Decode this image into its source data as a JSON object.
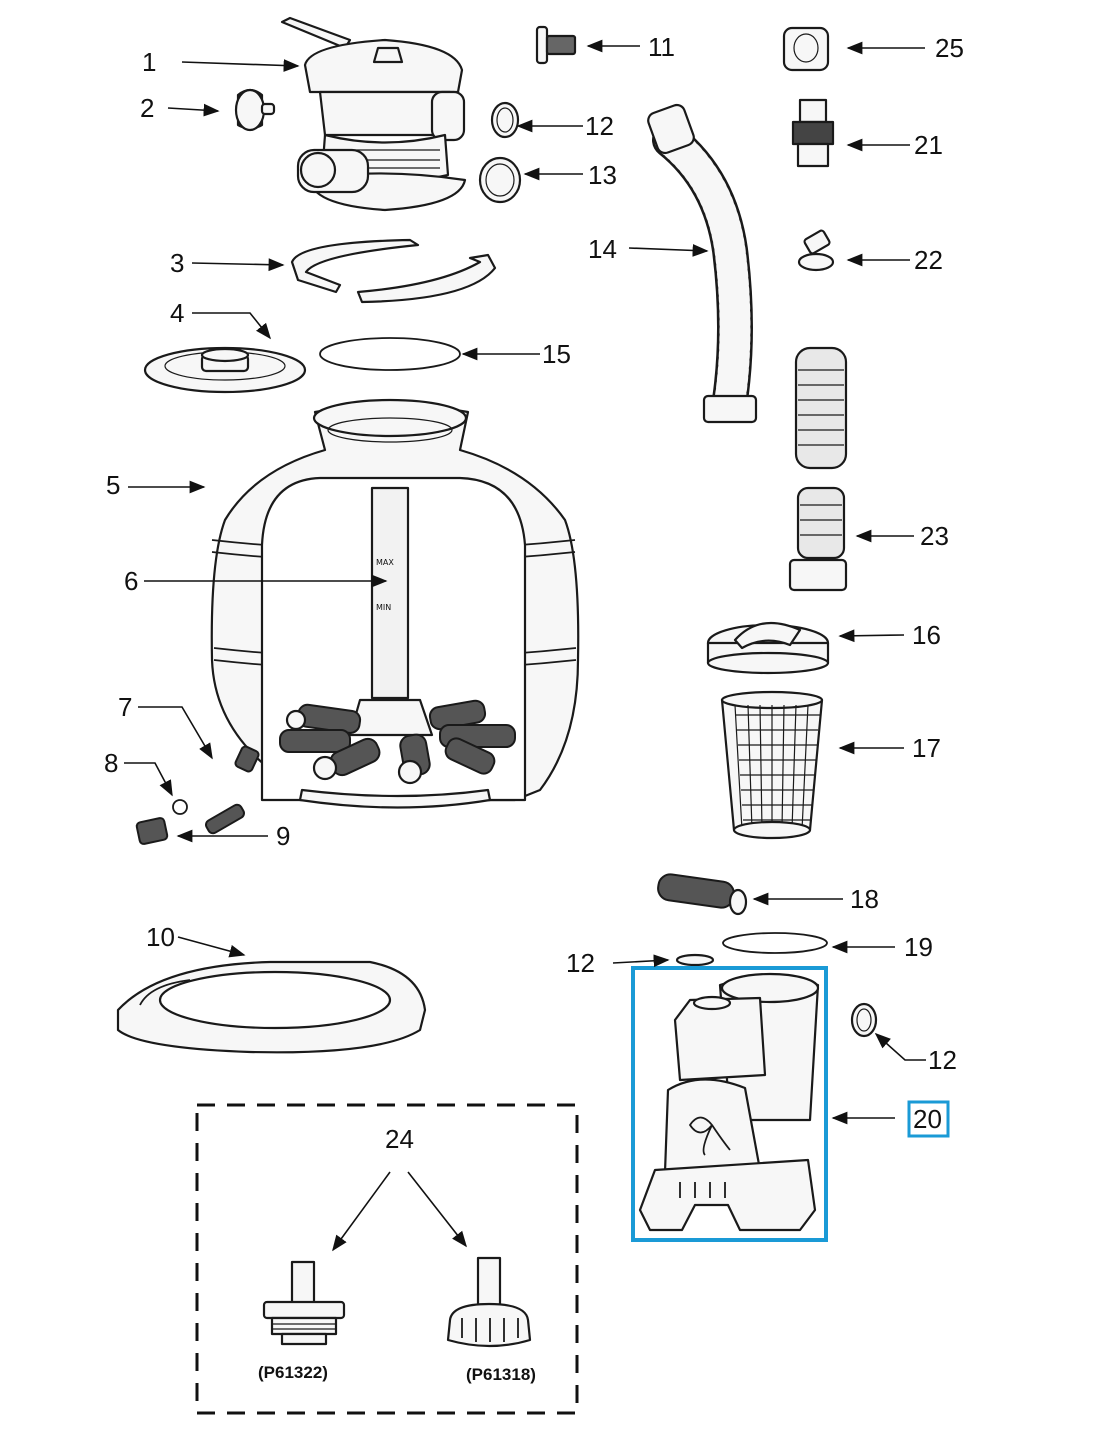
{
  "callouts": {
    "c1": "1",
    "c2": "2",
    "c3": "3",
    "c4": "4",
    "c5": "5",
    "c6": "6",
    "c7": "7",
    "c8": "8",
    "c9": "9",
    "c10": "10",
    "c11": "11",
    "c12a": "12",
    "c12b": "12",
    "c12c": "12",
    "c13": "13",
    "c14": "14",
    "c15": "15",
    "c16": "16",
    "c17": "17",
    "c18": "18",
    "c19": "19",
    "c20": "20",
    "c21": "21",
    "c22": "22",
    "c23": "23",
    "c24": "24",
    "c25": "25"
  },
  "variants": {
    "left_code": "(P61322)",
    "right_code": "(P61318)"
  },
  "colors": {
    "highlight": "#1a9ad6",
    "ink": "#1a1a1a"
  }
}
